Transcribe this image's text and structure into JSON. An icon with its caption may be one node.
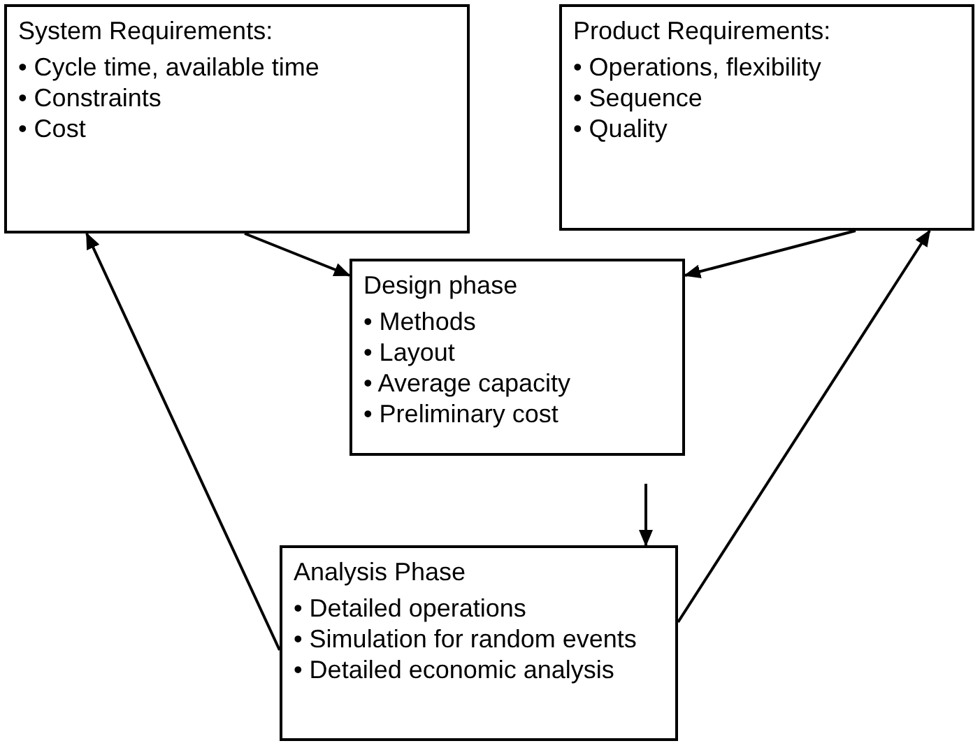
{
  "diagram": {
    "nodes": [
      {
        "text": [
          "System Requirements:",
          "• Cycle time, available time",
          "• Constraints",
          "• Cost"
        ]
      },
      {
        "text": [
          "Product Requirements:",
          "• Operations, flexibility",
          "• Sequence",
          "• Quality"
        ]
      },
      {
        "text": [
          "Design phase",
          "• Methods",
          "• Layout",
          "• Average capacity",
          "• Preliminary cost"
        ]
      },
      {
        "text": [
          "Analysis Phase",
          "• Detailed operations",
          "• Simulation for random events",
          "• Detailed economic analysis"
        ]
      }
    ],
    "edges": [
      {
        "from": 0,
        "to": 2,
        "arrow": "to"
      },
      {
        "from": 1,
        "to": 2,
        "arrow": "to"
      },
      {
        "from": 2,
        "to": 3,
        "arrow": "to"
      },
      {
        "from": 3,
        "to": 0,
        "arrow": "to"
      },
      {
        "from": 3,
        "to": 1,
        "arrow": "to"
      }
    ]
  }
}
